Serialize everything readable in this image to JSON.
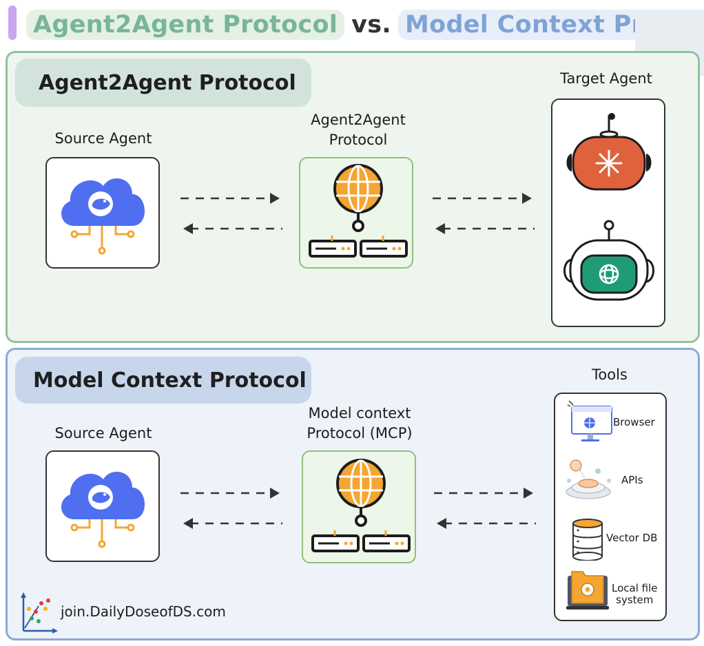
{
  "title": {
    "a2a": "Agent2Agent Protocol",
    "vs": "vs.",
    "mcp": "Model Context Protoco"
  },
  "a2a_section": {
    "heading": "Agent2Agent Protocol",
    "source_label": "Source Agent",
    "protocol_label": [
      "Agent2Agent",
      "Protocol"
    ],
    "target_label": "Target Agent"
  },
  "mcp_section": {
    "heading": "Model Context Protocol",
    "source_label": "Source Agent",
    "protocol_label": [
      "Model context",
      "Protocol (MCP)"
    ],
    "tools_label": "Tools",
    "tools": [
      {
        "label": "Browser",
        "icon": "browser-icon"
      },
      {
        "label": "APIs",
        "icon": "api-icon"
      },
      {
        "label": "Vector DB",
        "icon": "database-icon"
      },
      {
        "label": "Local file\nsystem",
        "icon": "folder-icon"
      }
    ]
  },
  "footer": {
    "website": "join.DailyDoseofDS.com"
  },
  "colors": {
    "a2a_accent": "#78b59a",
    "mcp_accent": "#7fa3d6",
    "cloud_blue": "#4f6ef0",
    "globe_orange": "#f5a531",
    "claude_orange": "#e0623d",
    "openai_green": "#1f9c76"
  }
}
